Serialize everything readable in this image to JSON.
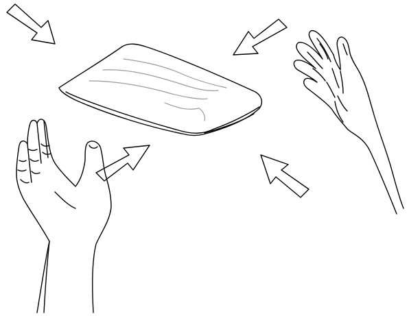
{
  "illustration": {
    "subject": "two-hands-and-cold-pack",
    "colors": {
      "ink": "#000000",
      "crease": "#9a9a9a",
      "background": "#ffffff"
    },
    "arrows": [
      {
        "name": "arrow-top-left",
        "direction": "down-right"
      },
      {
        "name": "arrow-top-right",
        "direction": "down-left"
      },
      {
        "name": "arrow-bottom-left",
        "direction": "up-right"
      },
      {
        "name": "arrow-bottom-right",
        "direction": "up-left"
      }
    ]
  }
}
